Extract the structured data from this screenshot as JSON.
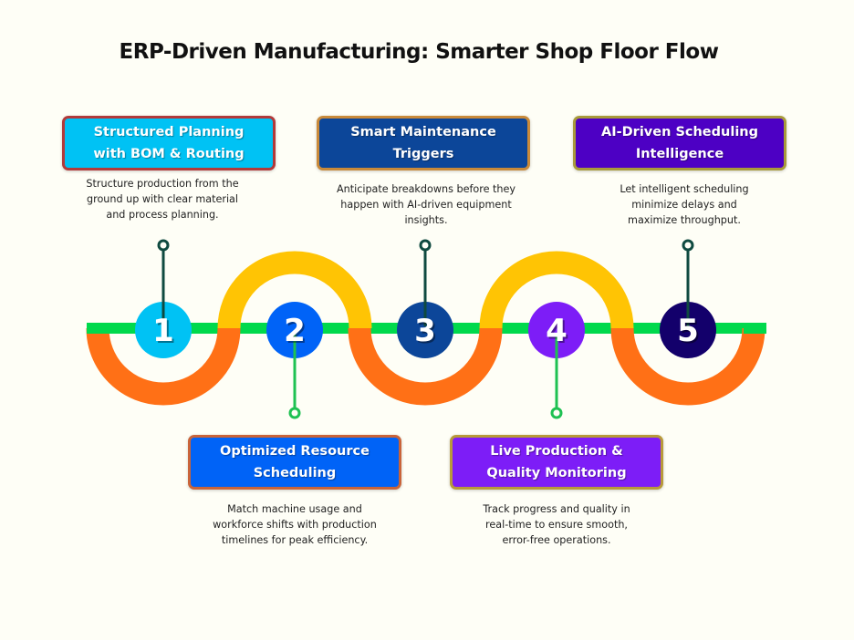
{
  "title": "ERP-Driven Manufacturing: Smarter Shop Floor Flow",
  "colors": {
    "background": "#fefef6",
    "line": "#00d94c",
    "arch_top": "#ffc404",
    "arch_bottom": "#ff7016",
    "connector_up": "#0f4a40",
    "connector_down": "#1ec152"
  },
  "steps": [
    {
      "number": "1",
      "title_line1": "Structured Planning",
      "title_line2": "with BOM & Routing",
      "description": [
        "Structure production from the",
        "ground up with clear material",
        "and process planning."
      ],
      "circle_color": "#00c2f4",
      "box_color": "#00c2f4",
      "box_border": "#b23a3a",
      "position": "top"
    },
    {
      "number": "2",
      "title_line1": "Optimized Resource",
      "title_line2": "Scheduling",
      "description": [
        "Match machine usage and",
        "workforce shifts with production",
        "timelines for peak efficiency."
      ],
      "circle_color": "#0063f7",
      "box_color": "#0063f7",
      "box_border": "#c9643a",
      "position": "bottom"
    },
    {
      "number": "3",
      "title_line1": "Smart Maintenance",
      "title_line2": "Triggers",
      "description": [
        "Anticipate breakdowns before they",
        "happen with AI-driven equipment",
        "insights."
      ],
      "circle_color": "#0c4699",
      "box_color": "#0c4699",
      "box_border": "#c98a3a",
      "position": "top"
    },
    {
      "number": "4",
      "title_line1": "Live Production &",
      "title_line2": "Quality Monitoring",
      "description": [
        "Track progress and quality in",
        "real-time to ensure smooth,",
        "error-free operations."
      ],
      "circle_color": "#7d1df7",
      "box_color": "#7d1df7",
      "box_border": "#b89a3a",
      "position": "bottom"
    },
    {
      "number": "5",
      "title_line1": "AI-Driven Scheduling",
      "title_line2": "Intelligence",
      "description": [
        "Let intelligent scheduling",
        "minimize delays and",
        "maximize throughput."
      ],
      "circle_color": "#13006b",
      "box_color": "#4d00c4",
      "box_border": "#a89a3a",
      "position": "top"
    }
  ]
}
